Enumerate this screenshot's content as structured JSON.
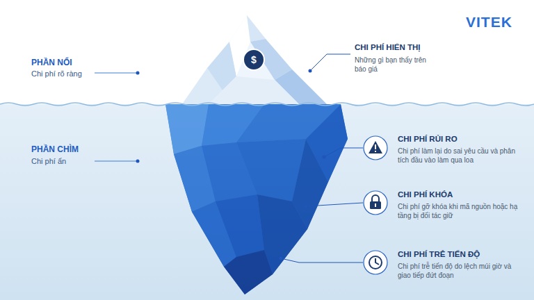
{
  "diagram": {
    "labels": [
      "VITEK",
      "PHẦN NỔI",
      "Chi phí rõ ràng",
      "$",
      "CHI PHÍ HIỂN THỊ",
      "Những gì bạn thấy trên báo giá",
      "PHẦN CHÌM",
      "Chi phí ẩn",
      "CHI PHÍ RỦI RO",
      "Chi phí làm lại do sai yêu cầu và phân tích đầu vào làm qua loa",
      "CHI PHÍ KHÓA",
      "Chi phí gỡ khóa khi mã nguồn hoặc hạ tầng bị đối tác giữ",
      "CHI PHÍ TRỄ TIẾN ĐỘ",
      "Chi phí trễ tiến độ do lệch múi giờ và giao tiếp đứt đoạn"
    ]
  }
}
